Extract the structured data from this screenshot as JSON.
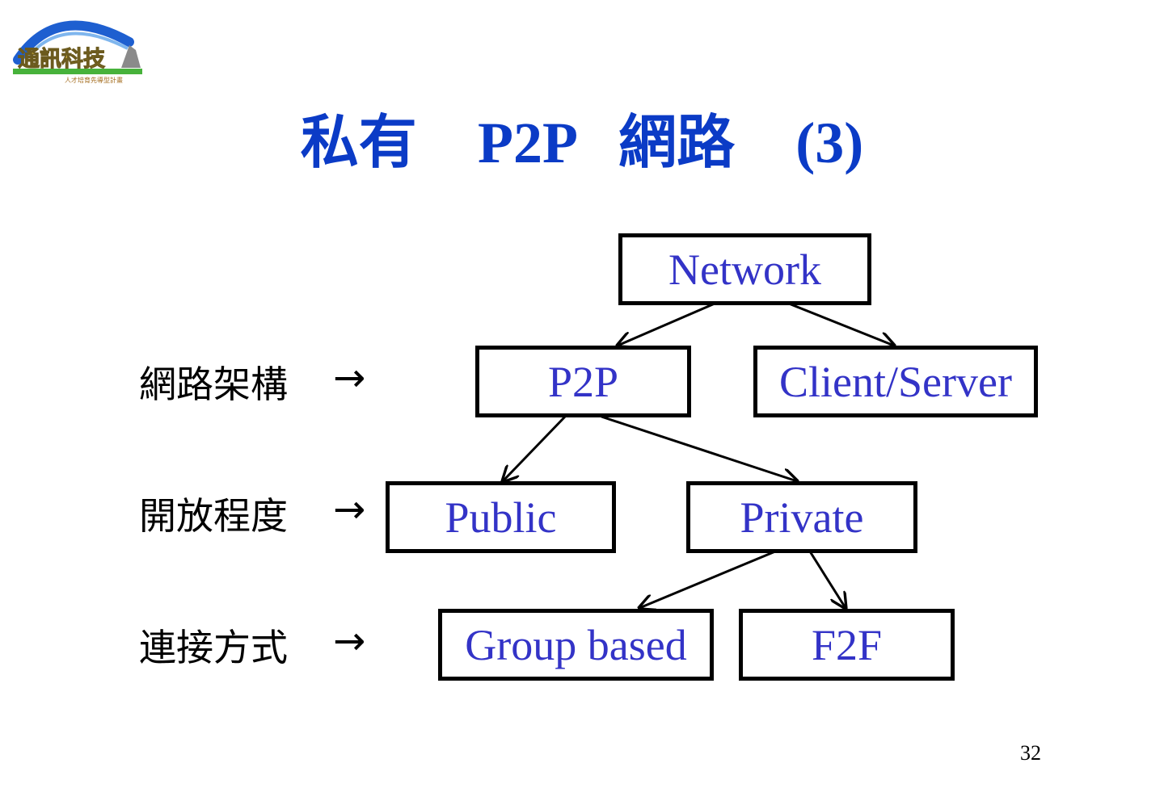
{
  "logo": {
    "text": "通訊科技",
    "subtext": "人才培育先導型計畫"
  },
  "title": {
    "part1": "私有",
    "part2": "P2P",
    "part3": "網路",
    "part4": "(3)"
  },
  "rows": [
    {
      "label": "網路架構",
      "arrow": "→"
    },
    {
      "label": "開放程度",
      "arrow": "→"
    },
    {
      "label": "連接方式",
      "arrow": "→"
    }
  ],
  "nodes": {
    "network": "Network",
    "p2p": "P2P",
    "client_server": "Client/Server",
    "public": "Public",
    "private": "Private",
    "group_based": "Group based",
    "f2f": "F2F"
  },
  "page_number": "32",
  "colors": {
    "title": "#0b3bc6",
    "node_text": "#3333c7",
    "border": "#000000"
  }
}
